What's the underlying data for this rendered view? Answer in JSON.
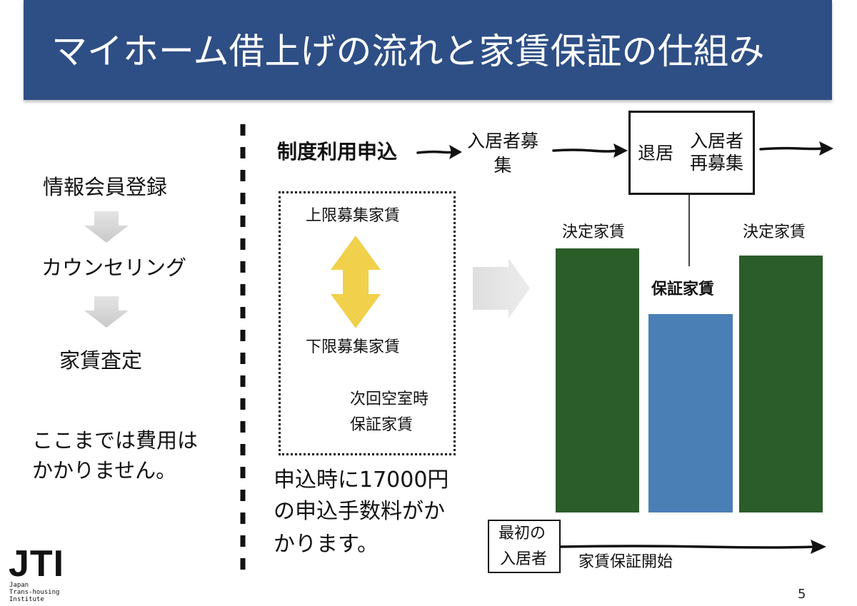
{
  "header": {
    "title": "マイホーム借上げの流れと家賃保証の仕組み"
  },
  "left_flow": {
    "steps": [
      "情報会員登録",
      "カウンセリング",
      "家賃査定"
    ],
    "note_lines": [
      "ここまでは費用は",
      "かかりません。"
    ]
  },
  "flow": {
    "apply": "制度利用申込",
    "recruit_lines": [
      "入居者募",
      "集"
    ],
    "move_out": "退居",
    "re_recruit_lines": [
      "入居者",
      "再募集"
    ]
  },
  "rent_range": {
    "upper": "上限募集家賃",
    "lower": "下限募集家賃",
    "next_vacancy_lines": [
      "次回空室時",
      "保証家賃"
    ]
  },
  "fee_note_lines": [
    "申込時に17000円",
    "の申込手数料がか",
    "かります。"
  ],
  "bars": {
    "left_label": "決定家賃",
    "middle_label": "保証家賃",
    "right_label": "決定家賃"
  },
  "start": {
    "first_tenant_lines": [
      "最初の",
      "入居者"
    ],
    "guarantee_start": "家賃保証開始"
  },
  "logo": {
    "mark": "JTI",
    "lines": [
      "Japan",
      "Trans-housing",
      "Institute"
    ]
  },
  "page_number": "5",
  "colors": {
    "header_bg": "#2e4f85",
    "bar_green": "#2a5d29",
    "bar_blue": "#4a7fb6",
    "double_arrow": "#f1d04b",
    "gray_arrow": "#d9d9d9"
  },
  "icons": {
    "step_arrow": "down-arrow-icon",
    "transition_arrow": "right-arrow-icon",
    "range_arrow": "double-arrow-icon"
  }
}
